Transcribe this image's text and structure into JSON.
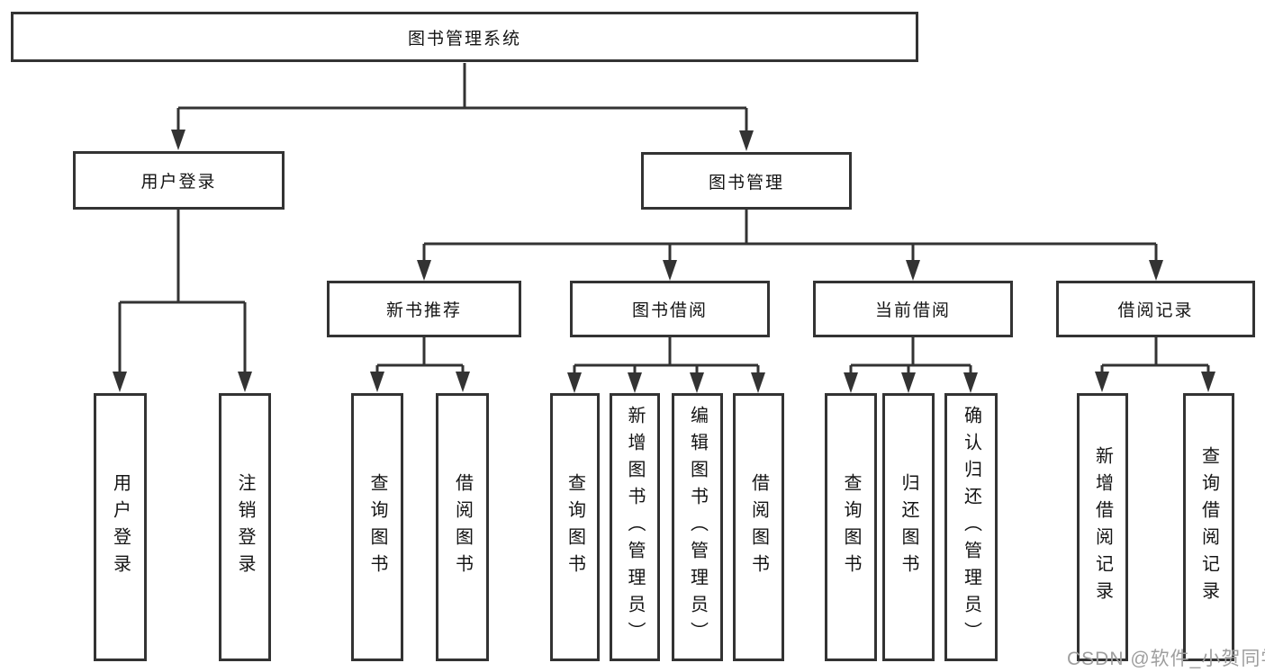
{
  "diagram": {
    "type": "tree",
    "nodes": {
      "root": "图书管理系统",
      "user_login": "用户登录",
      "book_mgmt": "图书管理",
      "new_book_rec": "新书推荐",
      "book_borrow": "图书借阅",
      "current_borrow": "当前借阅",
      "borrow_record": "借阅记录",
      "leaf_user_login": "用户登录",
      "leaf_logout_login": "注销登录",
      "leaf_nb_query_book": "查询图书",
      "leaf_nb_borrow_book": "借阅图书",
      "leaf_bb_query_book": "查询图书",
      "leaf_bb_add_book_admin": "新增图书（管理员）",
      "leaf_bb_edit_book_admin": "编辑图书（管理员）",
      "leaf_bb_borrow_book": "借阅图书",
      "leaf_cb_query_book": "查询图书",
      "leaf_cb_return_book": "归还图书",
      "leaf_cb_confirm_return_admin": "确认归还（管理员）",
      "leaf_br_add_record": "新增借阅记录",
      "leaf_br_query_record": "查询借阅记录"
    },
    "structure": {
      "root": [
        "user_login",
        "book_mgmt"
      ],
      "user_login": [
        "leaf_user_login",
        "leaf_logout_login"
      ],
      "book_mgmt": [
        "new_book_rec",
        "book_borrow",
        "current_borrow",
        "borrow_record"
      ],
      "new_book_rec": [
        "leaf_nb_query_book",
        "leaf_nb_borrow_book"
      ],
      "book_borrow": [
        "leaf_bb_query_book",
        "leaf_bb_add_book_admin",
        "leaf_bb_edit_book_admin",
        "leaf_bb_borrow_book"
      ],
      "current_borrow": [
        "leaf_cb_query_book",
        "leaf_cb_return_book",
        "leaf_cb_confirm_return_admin"
      ],
      "borrow_record": [
        "leaf_br_add_record",
        "leaf_br_query_record"
      ]
    },
    "colors": {
      "line": "#333333",
      "box_border": "#333333",
      "box_fill": "#ffffff",
      "text": "#141414",
      "watermark": "#9e9e9e",
      "background": "#ffffff"
    }
  },
  "watermark": "CSDN @软件_小贺同学"
}
